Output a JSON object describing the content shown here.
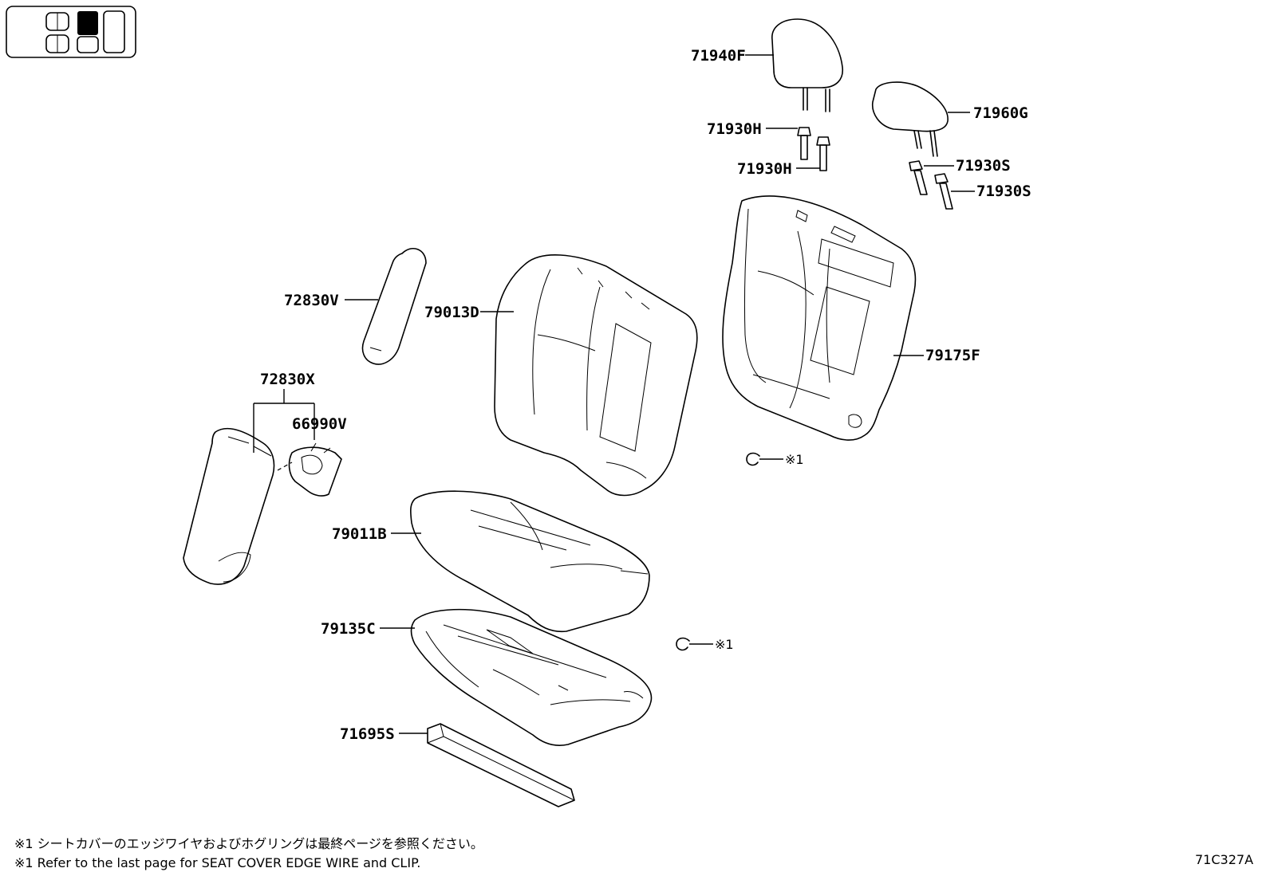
{
  "diagram": {
    "labels": {
      "p71940F": "71940F",
      "p71930H_a": "71930H",
      "p71930H_b": "71930H",
      "p71960G": "71960G",
      "p71930S_a": "71930S",
      "p71930S_b": "71930S",
      "p72830V": "72830V",
      "p79013D": "79013D",
      "p79175F": "79175F",
      "p72830X": "72830X",
      "p66990V": "66990V",
      "p79011B": "79011B",
      "p79135C": "79135C",
      "p71695S": "71695S",
      "ref1": "※1",
      "ref2": "※1"
    },
    "footnotes": {
      "jp": "※1 シートカバーのエッジワイヤおよびホグリングは最終ページを参照ください。",
      "en": "※1 Refer to the last page for SEAT COVER EDGE WIRE and CLIP."
    },
    "diagram_code": "71C327A"
  }
}
